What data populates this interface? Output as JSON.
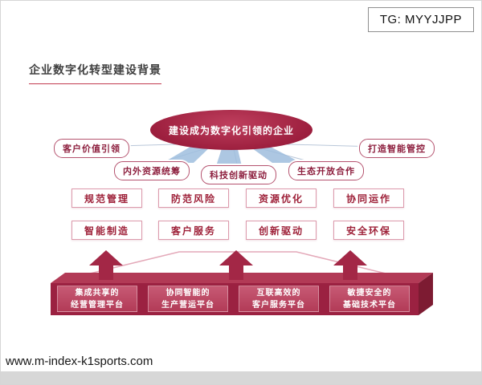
{
  "overlay": {
    "tg_label": "TG: MYYJJPP",
    "watermark": "www.m-index-k1sports.com"
  },
  "slide": {
    "title": "企业数字化转型建设背景",
    "vision": "建设成为数字化引领的企业",
    "pills": [
      {
        "label": "客户价值引领"
      },
      {
        "label": "打造智能管控"
      },
      {
        "label": "内外资源统筹"
      },
      {
        "label": "科技创新驱动"
      },
      {
        "label": "生态开放合作"
      }
    ],
    "capabilities": [
      {
        "label": "规范管理"
      },
      {
        "label": "防范风险"
      },
      {
        "label": "资源优化"
      },
      {
        "label": "协同运作"
      },
      {
        "label": "智能制造"
      },
      {
        "label": "客户服务"
      },
      {
        "label": "创新驱动"
      },
      {
        "label": "安全环保"
      }
    ],
    "platforms": [
      {
        "line1": "集成共享的",
        "line2": "经营管理平台"
      },
      {
        "line1": "协同智能的",
        "line2": "生产营运平台"
      },
      {
        "line1": "互联高效的",
        "line2": "客户服务平台"
      },
      {
        "line1": "敏捷安全的",
        "line2": "基础技术平台"
      }
    ],
    "colors": {
      "accent_dark_red": "#9e2140",
      "platform_top": "#b23a56",
      "platform_side": "#7d1b32",
      "blue_connector": "#9fbede",
      "pink_line": "#e4a9b9"
    }
  }
}
